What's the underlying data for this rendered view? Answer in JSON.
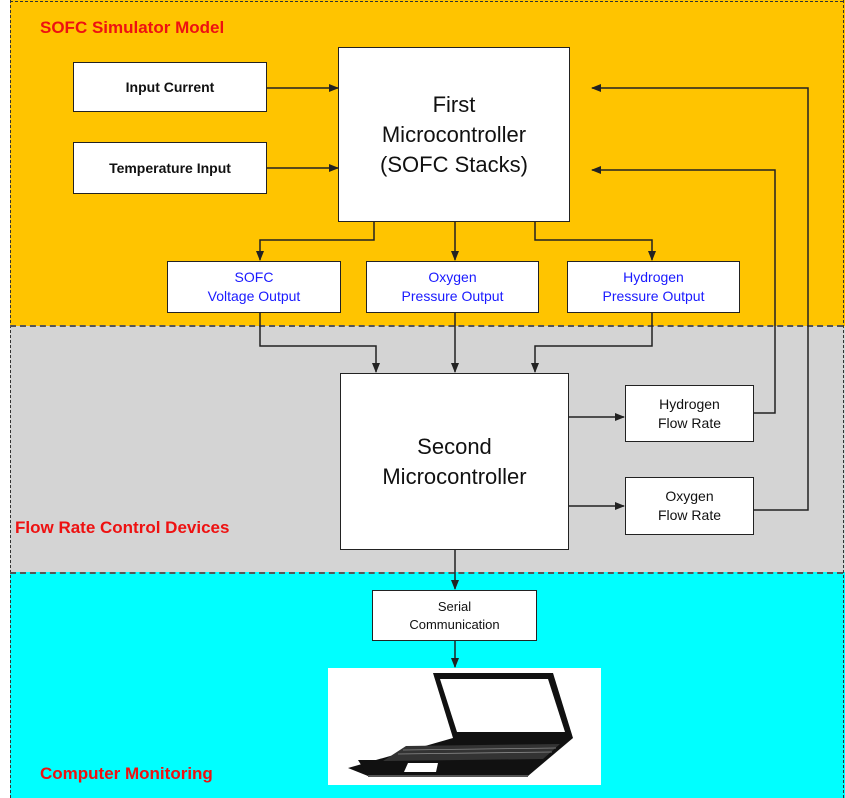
{
  "regions": {
    "simulator": {
      "label": "SOFC Simulator Model",
      "color": "#FFC400"
    },
    "flow": {
      "label": "Flow Rate Control Devices",
      "color": "#D4D4D4"
    },
    "monitoring": {
      "label": "Computer Monitoring",
      "color": "#00FFFF"
    }
  },
  "boxes": {
    "input_current": "Input Current",
    "temperature_input": "Temperature Input",
    "first_mcu": {
      "line1": "First",
      "line2": "Microcontroller",
      "line3": "(SOFC Stacks)"
    },
    "sofc_voltage": {
      "line1": "SOFC",
      "line2": "Voltage Output"
    },
    "oxygen_pressure": {
      "line1": "Oxygen",
      "line2": "Pressure Output"
    },
    "hydrogen_pressure": {
      "line1": "Hydrogen",
      "line2": "Pressure Output"
    },
    "second_mcu": {
      "line1": "Second",
      "line2": "Microcontroller"
    },
    "hydrogen_flow": {
      "line1": "Hydrogen",
      "line2": "Flow Rate"
    },
    "oxygen_flow": {
      "line1": "Oxygen",
      "line2": "Flow Rate"
    },
    "serial": {
      "line1": "Serial",
      "line2": "Communication"
    }
  },
  "icons": {
    "computer": "laptop-icon"
  },
  "colors": {
    "label_red": "#EE1111",
    "output_text_blue": "#1a1aff"
  }
}
